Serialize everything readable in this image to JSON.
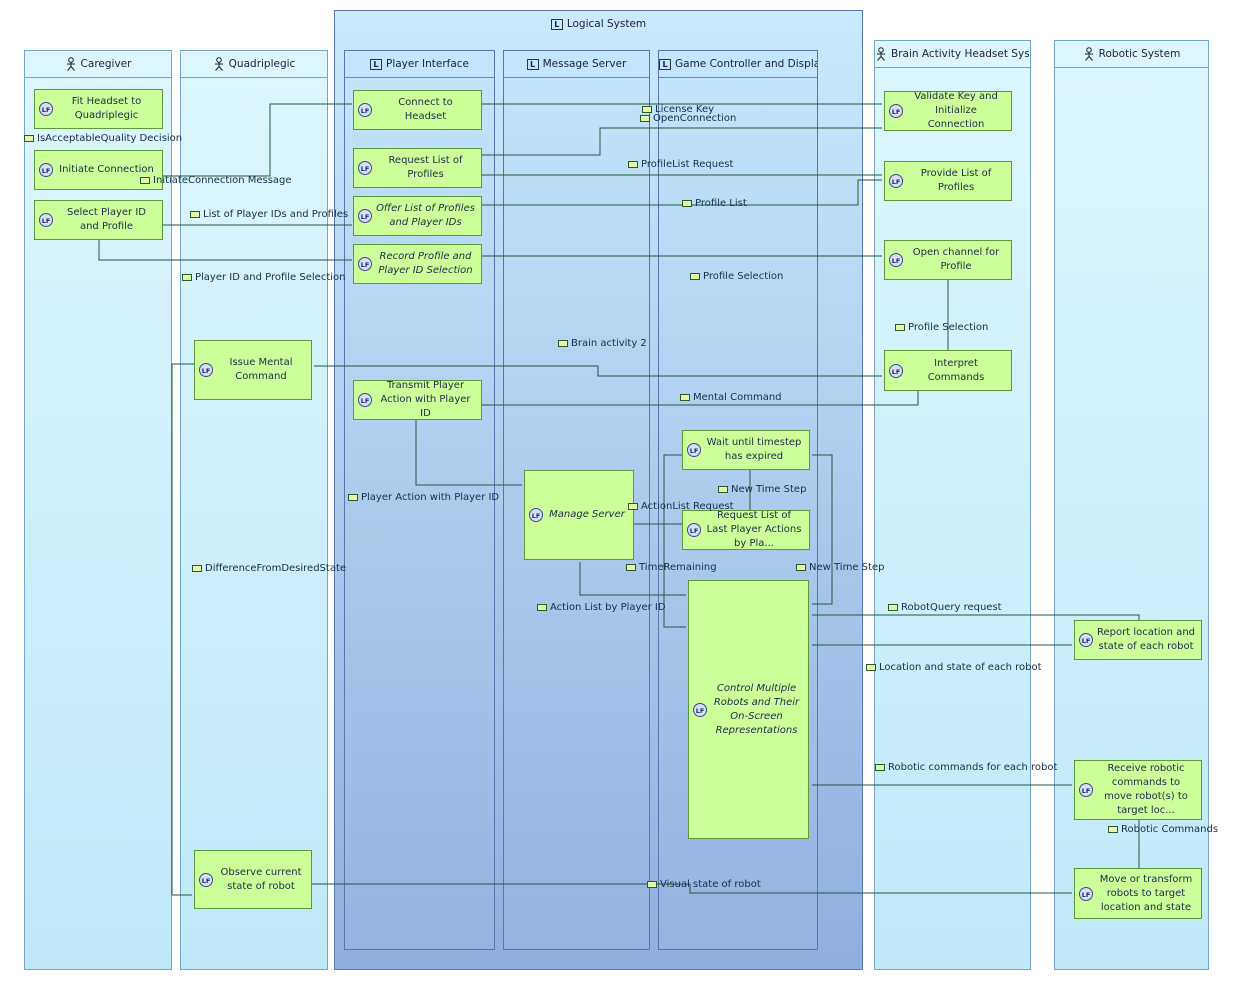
{
  "lanes": {
    "caregiver": "Caregiver",
    "quadriplegic": "Quadriplegic",
    "logical_system": "Logical System",
    "player_interface": "Player Interface",
    "message_server": "Message Server",
    "game_controller": "Game Controller and Display",
    "brain_headset": "Brain Activity Headset System",
    "robotic_system": "Robotic System"
  },
  "functions": {
    "fit_headset": "Fit Headset to Quadriplegic",
    "initiate_connection": "Initiate Connection",
    "select_player": "Select Player ID and Profile",
    "issue_mental": "Issue Mental Command",
    "observe_state": "Observe current state of robot",
    "connect_headset": "Connect to Headset",
    "request_profiles": "Request List of Profiles",
    "offer_profiles": "Offer List of Profiles and Player IDs",
    "record_profile": "Record Profile and Player ID Selection",
    "transmit_action": "Transmit Player Action with Player ID",
    "manage_server": "Manage Server",
    "wait_timestep": "Wait until timestep has expired",
    "request_last_actions": "Request List of Last Player Actions by Pla...",
    "control_robots": "Control Multiple Robots and Their On-Screen Representations",
    "validate_key": "Validate Key and Initialize Connection",
    "provide_profiles": "Provide List of Profiles",
    "open_channel": "Open channel for Profile",
    "interpret_commands": "Interpret Commands",
    "report_location": "Report location and state of each robot",
    "receive_commands": "Receive robotic commands to move robot(s) to target loc...",
    "move_robots": "Move or transform robots to target location and state"
  },
  "exchanges": {
    "is_acceptable": "IsAcceptableQuality Decision",
    "initiate_message": "InitiateConnection Message",
    "player_ids_profiles": "List of Player IDs and Profiles",
    "player_id_selection": "Player ID and Profile Selection",
    "license_key": "License Key",
    "open_connection": "OpenConnection",
    "profile_list_request": "ProfileList Request",
    "profile_list": "Profile List",
    "profile_selection_1": "Profile Selection",
    "profile_selection_2": "Profile Selection",
    "brain_activity": "Brain activity 2",
    "mental_command": "Mental Command",
    "new_time_step_1": "New Time Step",
    "new_time_step_2": "New Time Step",
    "player_action": "Player Action with Player ID",
    "action_list_request": "ActionList Request",
    "time_remaining": "TimeRemaining",
    "action_list": "Action List by Player ID",
    "difference": "DifferenceFromDesiredState",
    "robot_query": "RobotQuery request",
    "location_state": "Location and state of each robot",
    "robotic_commands_each": "Robotic commands for each robot",
    "robotic_commands": "Robotic Commands",
    "visual_state": "Visual state of robot"
  },
  "icons": {
    "actor": "actor-icon",
    "component": "logical-component-icon",
    "function": "logical-function-icon",
    "exchange": "functional-exchange-icon"
  },
  "colors": {
    "function_fill": "#ccff99",
    "actor_lane": "#ddf6fd",
    "logical_lane": "#8eaede",
    "wire": "#1e5a3e",
    "port_in": "#e8421a",
    "port_out": "#1e6a3a"
  }
}
